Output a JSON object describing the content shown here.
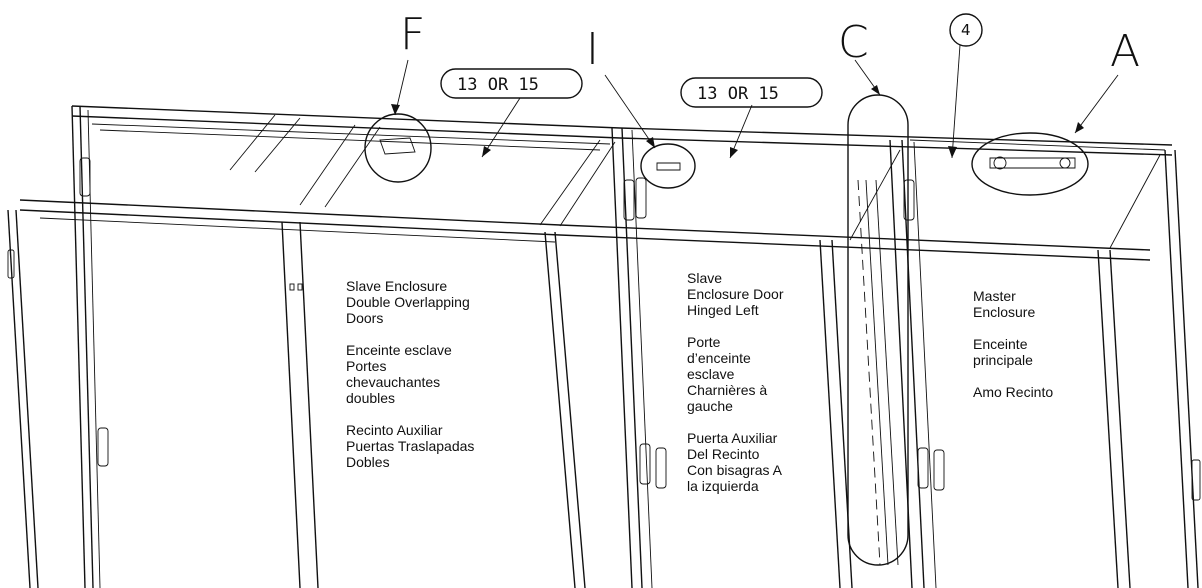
{
  "callouts": {
    "f": "F",
    "i": "I",
    "c": "C",
    "a": "A",
    "num4": "4",
    "tag_left": "13 OR 15",
    "tag_right": "13 OR 15"
  },
  "slave_double": {
    "en": [
      "Slave Enclosure",
      "Double  Overlapping",
      "Doors"
    ],
    "fr": [
      "Enceinte esclave",
      "Portes",
      "chevauchantes",
      "doubles"
    ],
    "es": [
      "Recinto Auxiliar",
      "Puertas Traslapadas",
      "Dobles"
    ]
  },
  "slave_hinged": {
    "en": [
      "Slave",
      "Enclosure Door",
      "Hinged Left"
    ],
    "fr": [
      "Porte",
      "d’enceinte",
      "esclave",
      "Charnières à",
      "gauche"
    ],
    "es": [
      "Puerta Auxiliar",
      "Del Recinto",
      "Con bisagras A",
      "la izquierda"
    ]
  },
  "master": {
    "en": [
      "Master",
      "Enclosure"
    ],
    "fr": [
      "Enceinte",
      "principale"
    ],
    "es": [
      "Amo Recinto"
    ]
  }
}
